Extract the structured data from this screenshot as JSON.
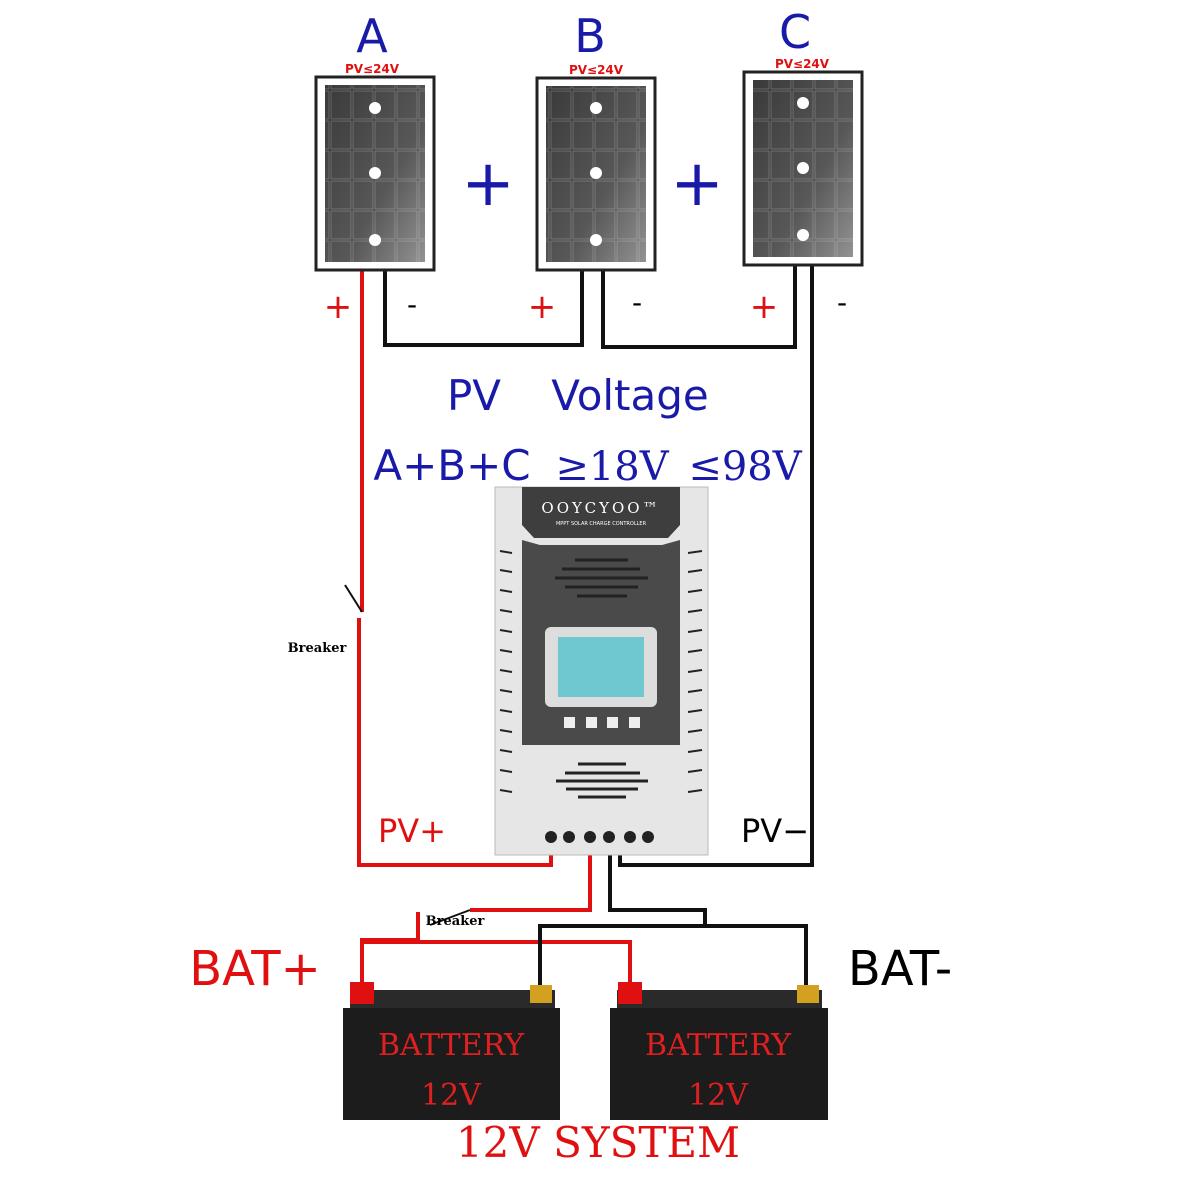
{
  "panels": [
    {
      "label": "A",
      "rating": "PV≤24V",
      "plus": "+",
      "minus": "-"
    },
    {
      "label": "B",
      "rating": "PV≤24V",
      "plus": "+",
      "minus": "-"
    },
    {
      "label": "C",
      "rating": "PV≤24V",
      "plus": "+",
      "minus": "-"
    }
  ],
  "series_plus": "+",
  "voltage": {
    "pv": "PV",
    "title": "Voltage",
    "formula": "A+B+C",
    "min": "≥18V",
    "max": "≤98V"
  },
  "controller": {
    "brand": "OOYCYOO™",
    "subtitle": "MPPT SOLAR CHARGE CONTROLLER"
  },
  "wiring": {
    "pv_plus": "PV+",
    "pv_minus": "PV−",
    "breaker": "Breaker",
    "bat_plus": "BAT+",
    "bat_minus": "BAT-"
  },
  "batteries": [
    {
      "label": "BATTERY",
      "voltage": "12V"
    },
    {
      "label": "BATTERY",
      "voltage": "12V"
    }
  ],
  "system": "12V SYSTEM",
  "colors": {
    "positive": "#e01010",
    "negative": "#111111",
    "label_blue": "#1a1aa8"
  }
}
